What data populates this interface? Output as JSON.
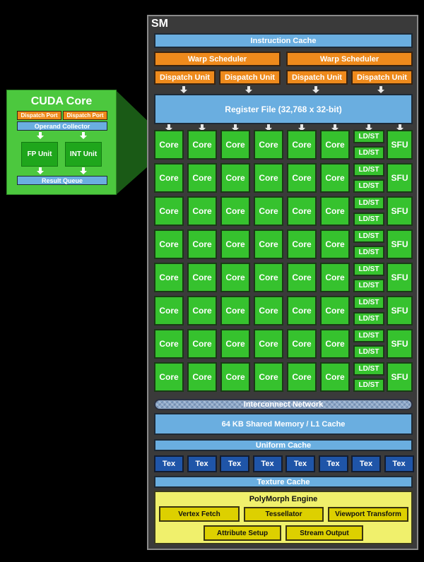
{
  "cuda_core": {
    "title": "CUDA Core",
    "dispatch_ports": [
      "Dispatch Port",
      "Dispatch Port"
    ],
    "operand_collector": "Operand Collector",
    "units": [
      "FP Unit",
      "INT Unit"
    ],
    "result_queue": "Result Queue"
  },
  "sm": {
    "title": "SM",
    "instruction_cache": "Instruction Cache",
    "warp_schedulers": [
      "Warp Scheduler",
      "Warp Scheduler"
    ],
    "dispatch_units": [
      "Dispatch Unit",
      "Dispatch Unit",
      "Dispatch Unit",
      "Dispatch Unit"
    ],
    "register_file": "Register File (32,768 x 32-bit)",
    "core_label": "Core",
    "ldst_label": "LD/ST",
    "sfu_label": "SFU",
    "rows": 8,
    "cores_per_row": 6,
    "interconnect": "Interconnect Network",
    "shared_memory": "64 KB Shared Memory / L1 Cache",
    "uniform_cache": "Uniform Cache",
    "tex_units": [
      "Tex",
      "Tex",
      "Tex",
      "Tex",
      "Tex",
      "Tex",
      "Tex",
      "Tex"
    ],
    "texture_cache": "Texture Cache",
    "polymorph": {
      "title": "PolyMorph Engine",
      "stages_row1": [
        "Vertex Fetch",
        "Tessellator",
        "Viewport Transform"
      ],
      "stages_row2": [
        "Attribute Setup",
        "Stream Output"
      ]
    }
  },
  "colors": {
    "cache_blue": "#6aaee0",
    "scheduler_orange": "#ee8a1c",
    "core_green": "#36c22e",
    "tex_blue": "#1f55a8",
    "polymorph_yellow": "#f0f06c"
  }
}
